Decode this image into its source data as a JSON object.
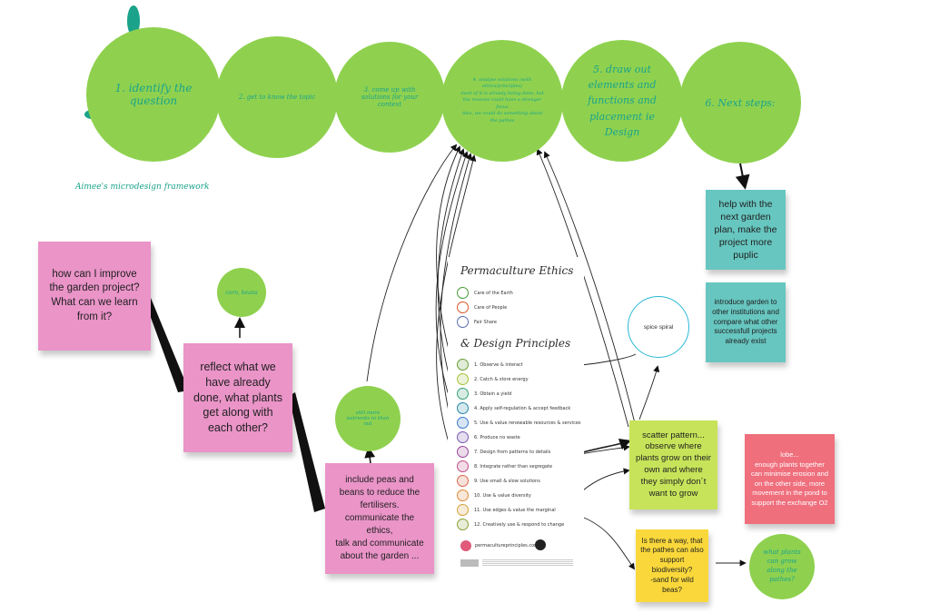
{
  "framework": {
    "title": "Aimee's microdesign framework",
    "steps": [
      {
        "label": "1. identify the question"
      },
      {
        "label": "2. get to know the topic"
      },
      {
        "label": "3. come up with solutions for your context"
      },
      {
        "label": "4. analyse solutions (with ethics/principles)\nmost of it is already being done, but the reasons could have a stronger focus\nAlso, we could do something about the pathes"
      },
      {
        "label": "5. draw out elements and functions and placement ie Design"
      },
      {
        "label": "6. Next steps:"
      }
    ]
  },
  "notes": {
    "improve": "how can I improve the garden project?What can we learn from it?",
    "reflect": "reflect what we have already done, what plants get along with each other?",
    "peas": "include peas and beans to reduce the fertilisers.\ncommunicate the ethics,\ntalk and communicate about the garden ...",
    "help": "help with the next garden plan, make the project more puplic",
    "introduce": "introduce garden to other institutions and compare what other successfull projects already exist",
    "scatter": "scatter pattern... observe where plants grow on their own and where they simply don´t want to grow",
    "lobe": "lobe...\nenough plants together can minimise erosion and on the other side, more movement in the pond to support the exchange O2",
    "pathes": "Is there a way, that the pathes can also support biodiversity?\n-sand for wild beas?"
  },
  "bubbles": {
    "corn": "corn, beans",
    "nutrients": "still more nutrients in than out",
    "spiral": "spice spiral",
    "pathes_q": "what plants can grow along the pathes?"
  },
  "card": {
    "ethics_title": "Permaculture Ethics",
    "ethics": [
      "Care of the Earth",
      "Care of People",
      "Fair Share"
    ],
    "principles_title": "& Design Principles",
    "principles": [
      "1. Observe & interact",
      "2. Catch & store energy",
      "3. Obtain a yield",
      "4. Apply self-regulation & accept feedback",
      "5. Use & value renewable resources & services",
      "6. Produce no waste",
      "7. Design from patterns to details",
      "8. Integrate rather than segregate",
      "9. Use small & slow solutions",
      "10. Use & value diversity",
      "11. Use edges & value the marginal",
      "12. Creatively use & respond to change"
    ],
    "footer": "permacultureprinciples.com"
  },
  "colors": {
    "step_green": "#8fd14f",
    "step_text": "#1aa38a",
    "pink": "#ea94c8",
    "teal": "#67c6c0",
    "lime": "#c7e35a",
    "red": "#ef6f7d",
    "yellow": "#fad83b"
  }
}
